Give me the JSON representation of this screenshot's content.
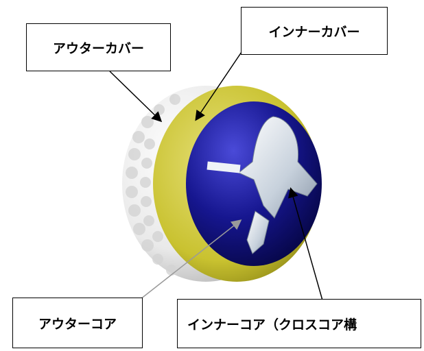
{
  "labels": {
    "outer_cover": "アウターカバー",
    "inner_cover": "インナーカバー",
    "outer_core": "アウターコア",
    "inner_core": "インナーコア（クロスコア構"
  },
  "colors": {
    "cover_white": "#f2f2f2",
    "inner_cover_yellow": "#c9c230",
    "outer_core_blue": "#16168f",
    "inner_core_silver": "#c7d1dc",
    "leader_line": "#000000",
    "leader_line_light": "#9a9a9a"
  }
}
